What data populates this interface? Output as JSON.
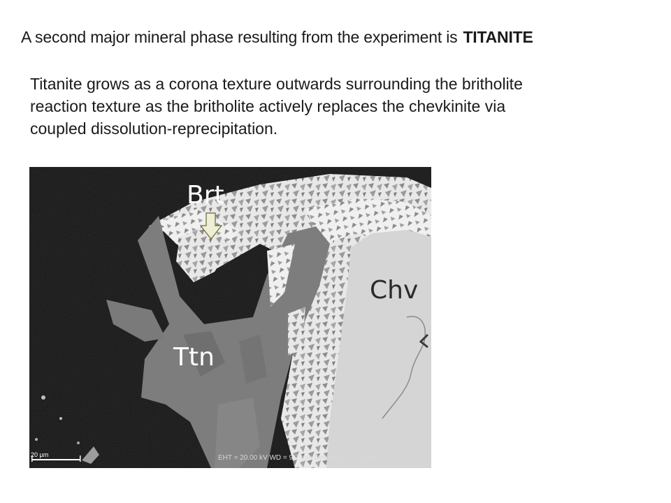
{
  "heading": {
    "text": "A second major mineral phase resulting from the experiment is",
    "emphasis": "TITANITE"
  },
  "paragraph": {
    "lines": [
      "Titanite grows as a corona texture outwards surrounding the britholite",
      "reaction texture as the britholite actively replaces the chevkinite via",
      "coupled dissolution-reprecipitation."
    ]
  },
  "image": {
    "labels": {
      "brt": "Brt",
      "chv": "Chv",
      "ttn": "Ttn"
    },
    "scale_bar": "20 µm",
    "footer": "EHT = 20.00 kV    WD = 9.7 mm   Detector = NTS BSD"
  }
}
